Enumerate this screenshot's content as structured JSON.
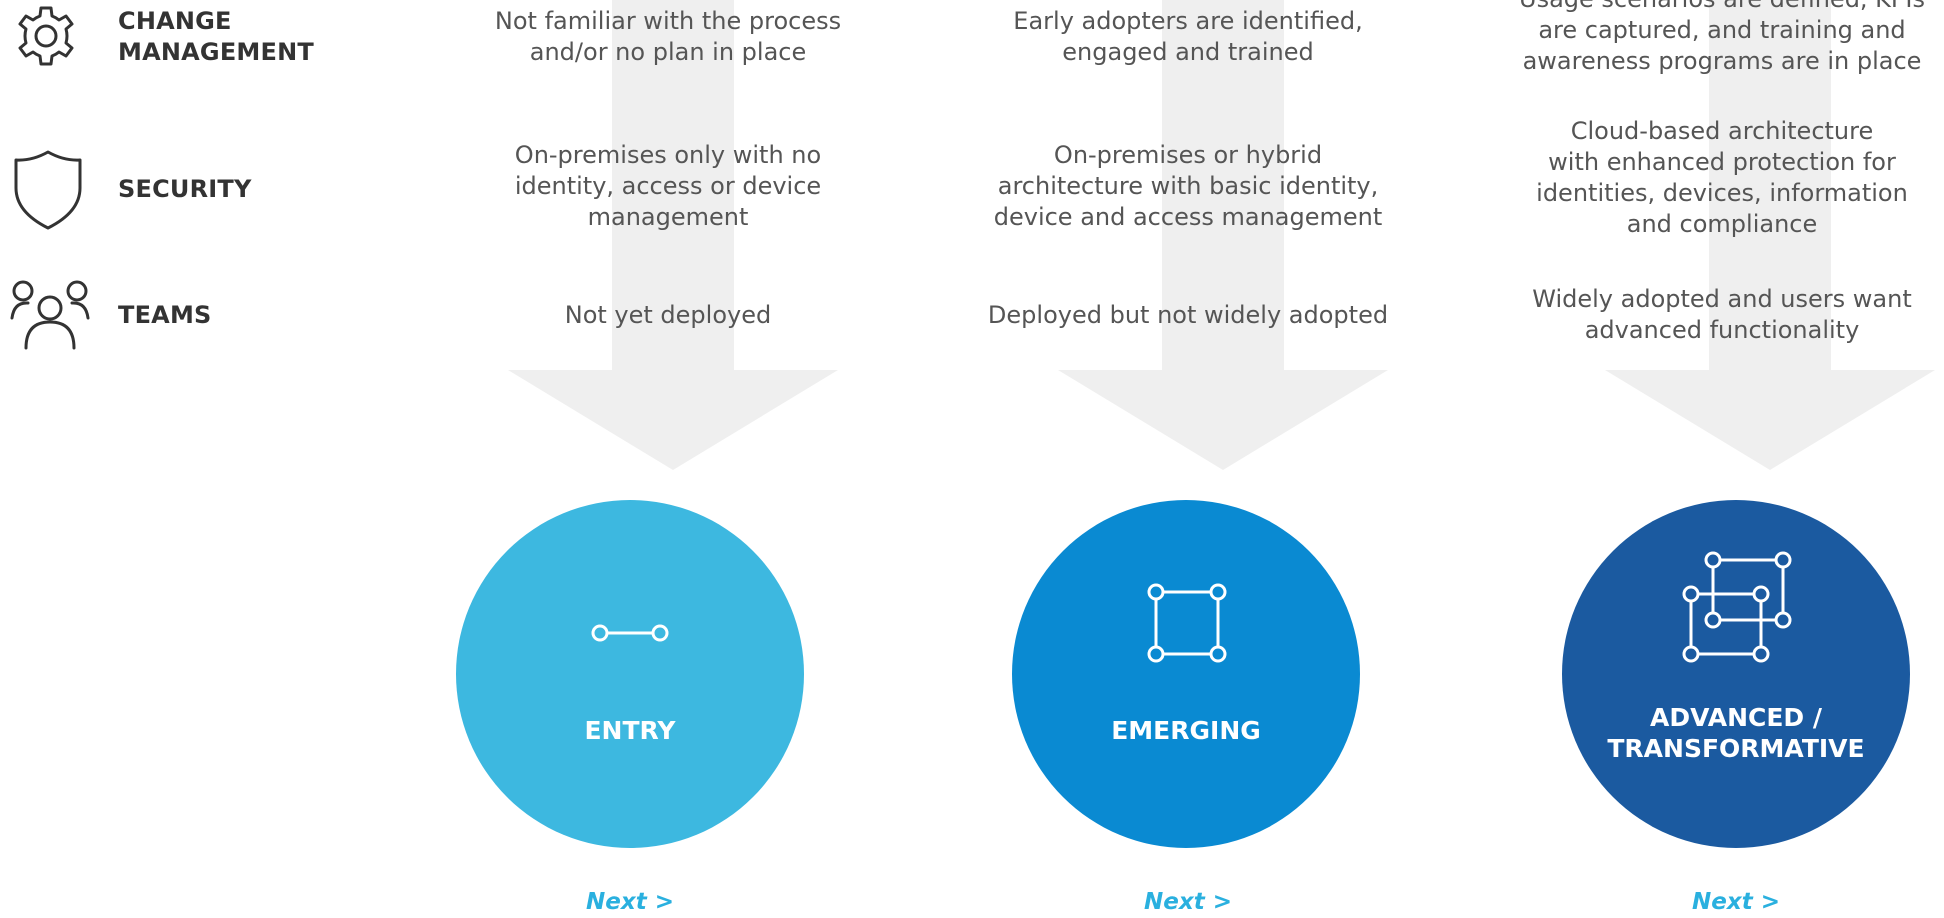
{
  "rows": [
    {
      "id": "change-management",
      "label_line1": "CHANGE",
      "label_line2": "MANAGEMENT",
      "icon": "gear-icon"
    },
    {
      "id": "security",
      "label": "SECURITY",
      "icon": "shield-icon"
    },
    {
      "id": "teams",
      "label": "TEAMS",
      "icon": "people-icon"
    }
  ],
  "stages": [
    {
      "name": "ENTRY",
      "icon": "line-icon",
      "color": "#3db8e0",
      "change_management": [
        "Not familiar with the process",
        "and/or no plan in place"
      ],
      "security": [
        "On-premises only with no",
        "identity, access or device",
        "management"
      ],
      "teams": [
        "Not yet deployed"
      ],
      "next": "Next >"
    },
    {
      "name": "EMERGING",
      "icon": "square-icon",
      "color": "#0a8ad2",
      "change_management": [
        "Early adopters are identified,",
        "engaged and trained"
      ],
      "security": [
        "On-premises or hybrid",
        "architecture with basic identity,",
        "device and access management"
      ],
      "teams": [
        "Deployed but not widely adopted"
      ],
      "next": "Next >"
    },
    {
      "name_line1": "ADVANCED /",
      "name_line2": "TRANSFORMATIVE",
      "icon": "interlocking-squares-icon",
      "color": "#1b5aa0",
      "change_management": [
        "Usage scenarios are defined, KPIs",
        "are captured, and training and",
        "awareness programs are in place"
      ],
      "security": [
        "Cloud-based architecture",
        "with enhanced protection for",
        "identities, devices, information",
        "and compliance"
      ],
      "teams": [
        "Widely adopted and users want",
        "advanced functionality"
      ],
      "next": "Next >"
    }
  ],
  "colors": {
    "arrow": "#efefef",
    "text": "#555555",
    "label": "#333333",
    "link": "#2ab0df"
  }
}
